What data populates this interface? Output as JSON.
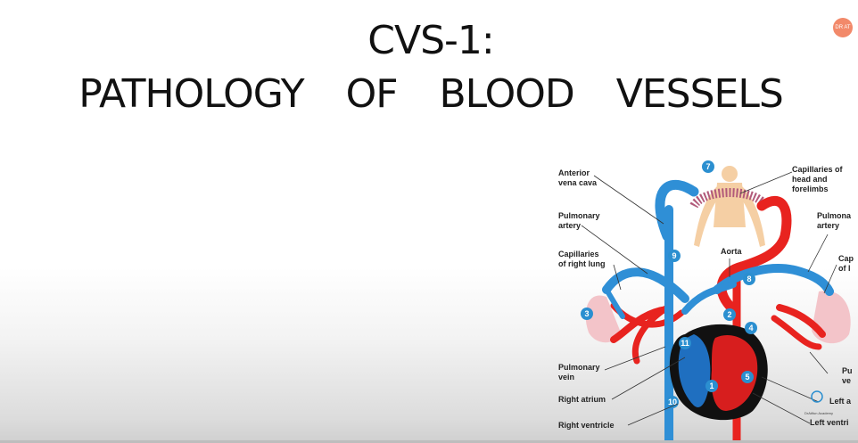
{
  "slide": {
    "title_line1": "CVS-1:",
    "title_line2": "PATHOLOGY OF BLOOD VESSELS"
  },
  "badge": {
    "text": "DR AT"
  },
  "diagram": {
    "labels": {
      "anterior_vena_cava": [
        "Anterior",
        "vena cava"
      ],
      "capillaries_head": [
        "Capillaries of",
        "head and",
        "forelimbs"
      ],
      "pulmonary_artery_left": [
        "Pulmonary",
        "artery"
      ],
      "pulmonary_artery_right": [
        "Pulmona",
        "artery"
      ],
      "aorta": "Aorta",
      "capillaries_right_lung": [
        "Capillaries",
        "of right lung"
      ],
      "capillaries_left_lung": [
        "Cap",
        "of l"
      ],
      "pulmonary_vein_left": [
        "Pulmonary",
        "vein"
      ],
      "pulmonary_vein_right": [
        "Pu",
        "ve"
      ],
      "right_atrium": "Right atrium",
      "right_ventricle": "Right ventricle",
      "left_atrium": "Left a",
      "left_ventricle": "Left ventri",
      "watermark": "DrAtifun Academy"
    },
    "step_numbers": [
      "7",
      "9",
      "8",
      "2",
      "3",
      "4",
      "11",
      "1",
      "5",
      "10"
    ]
  },
  "colors": {
    "oxygenated": "#e8231f",
    "deoxygenated": "#2f8fd6",
    "marker": "#2b8fd0",
    "lung": "#f3c4c9",
    "skin": "#f5cfa4"
  }
}
